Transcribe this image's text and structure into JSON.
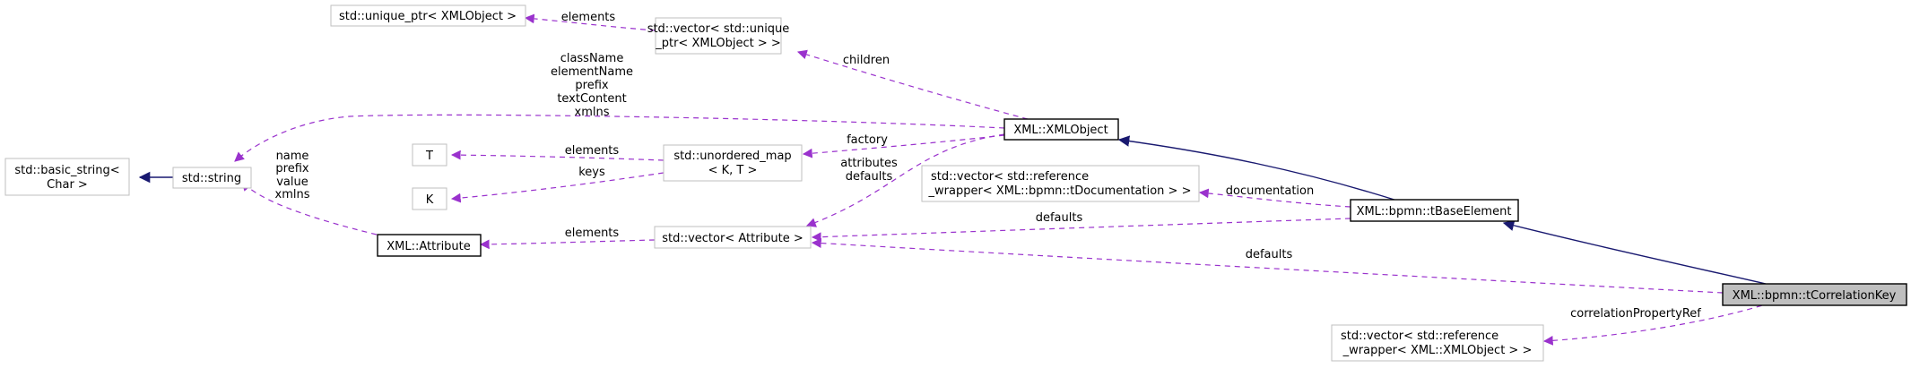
{
  "colors": {
    "usage_edge": "#9a32cd",
    "inheritance_edge": "#191970",
    "focus_fill": "#bfbfbf",
    "grey_border": "#bfbfbf",
    "black_border": "#000000"
  },
  "nodes": {
    "unique_ptr": "std::unique_ptr< XMLObject >",
    "vector_unique_ptr": [
      "std::vector< std::unique",
      "_ptr< XMLObject > >"
    ],
    "basic_string": [
      "std::basic_string<",
      "Char >"
    ],
    "string": "std::string",
    "t": "T",
    "k": "K",
    "unordered_map": [
      "std::unordered_map",
      "< K, T >"
    ],
    "xml_object": "XML::XMLObject",
    "vector_doc_ref": [
      "std::vector< std::reference",
      "_wrapper< XML::bpmn::tDocumentation > >"
    ],
    "attribute": "XML::Attribute",
    "vector_attribute": "std::vector< Attribute >",
    "base_element": "XML::bpmn::tBaseElement",
    "correlation_key": "XML::bpmn::tCorrelationKey",
    "vector_xmlobject_ref": [
      "std::vector< std::reference",
      "_wrapper< XML::XMLObject > >"
    ]
  },
  "edge_labels": {
    "unique_ptr_elements": "elements",
    "children": "children",
    "string_members": [
      "className",
      "elementName",
      "prefix",
      "textContent",
      "xmlns"
    ],
    "factory": "factory",
    "t_elements": "elements",
    "k_keys": "keys",
    "attribute_string_members": [
      "name",
      "prefix",
      "value",
      "xmlns"
    ],
    "attribute_elements": "elements",
    "xmlobject_attributes": [
      "attributes",
      "defaults"
    ],
    "documentation": "documentation",
    "base_defaults": "defaults",
    "key_defaults": "defaults",
    "correlation_property_ref": "correlationPropertyRef"
  }
}
